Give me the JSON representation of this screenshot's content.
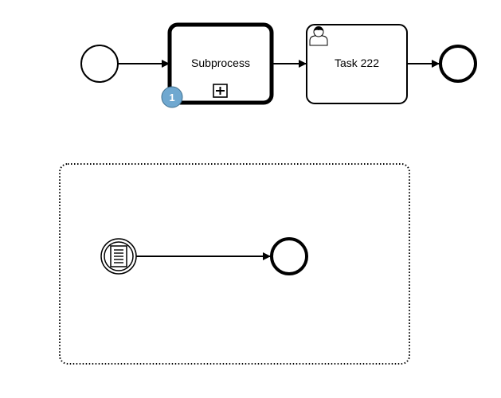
{
  "diagram": {
    "subprocess": {
      "label": "Subprocess",
      "badge": "1",
      "badge_color": "#6fa8d0",
      "marker_icon": "plus-square-icon"
    },
    "task": {
      "label": "Task 222",
      "type_icon": "user-icon"
    },
    "event_subprocess": {
      "start_event_icon": "document-icon"
    }
  }
}
